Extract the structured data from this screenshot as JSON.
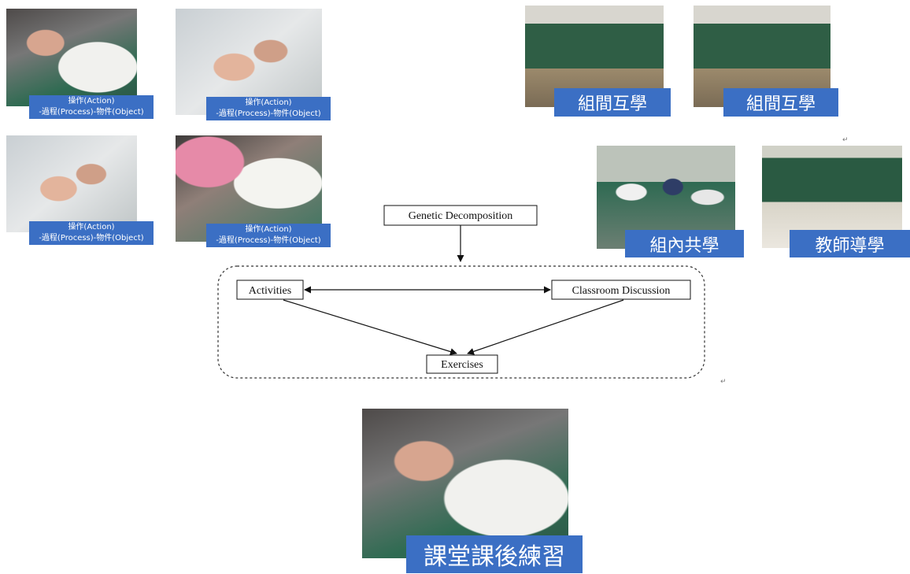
{
  "small_photo_caption": {
    "line1": "操作(Action)",
    "line2": "-過程(Process)-物件(Object)"
  },
  "group_captions": {
    "inter_group_1": "組間互學",
    "inter_group_2": "組間互學",
    "intra_group": "組內共學",
    "teacher_led": "教師導學",
    "practice": "課堂課後練習"
  },
  "diagram": {
    "top_node": "Genetic Decomposition",
    "left_node": "Activities",
    "right_node": "Classroom Discussion",
    "bottom_node": "Exercises"
  },
  "return_mark": "↵",
  "colors": {
    "caption_bg": "#3b6fc4",
    "caption_text": "#ffffff",
    "diagram_line": "#111111"
  }
}
